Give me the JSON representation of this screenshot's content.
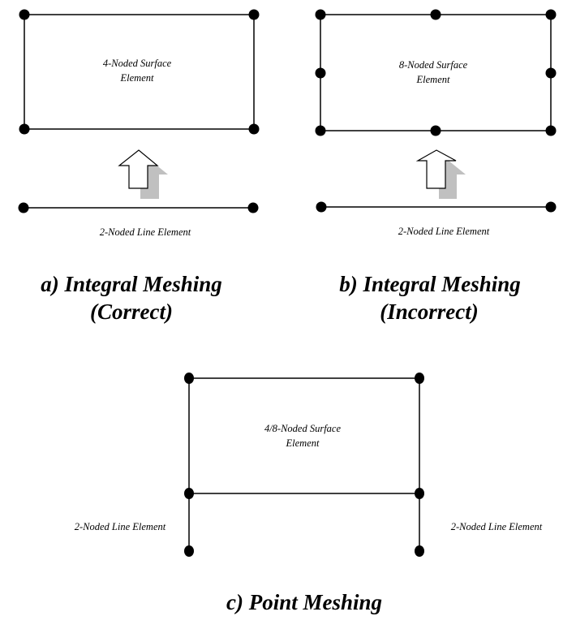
{
  "colors": {
    "line": "#000000",
    "node": "#000000",
    "arrow_fill": "#ffffff",
    "arrow_shadow": "#c0c0c0",
    "background": "#ffffff"
  },
  "panels": {
    "a": {
      "surface_label_1": "4-Noded Surface",
      "surface_label_2": "Element",
      "line_label": "2-Noded Line Element",
      "caption_1": "a) Integral Meshing",
      "caption_2": "(Correct)",
      "surface_nodes": 4,
      "line_nodes": 2
    },
    "b": {
      "surface_label_1": "8-Noded Surface",
      "surface_label_2": "Element",
      "line_label": "2-Noded Line Element",
      "caption_1": "b) Integral Meshing",
      "caption_2": "(Incorrect)",
      "surface_nodes": 8,
      "line_nodes": 2
    },
    "c": {
      "surface_label_1": "4/8-Noded Surface",
      "surface_label_2": "Element",
      "left_line_label": "2-Noded Line Element",
      "right_line_label": "2-Noded Line Element",
      "caption": "c) Point Meshing"
    }
  }
}
